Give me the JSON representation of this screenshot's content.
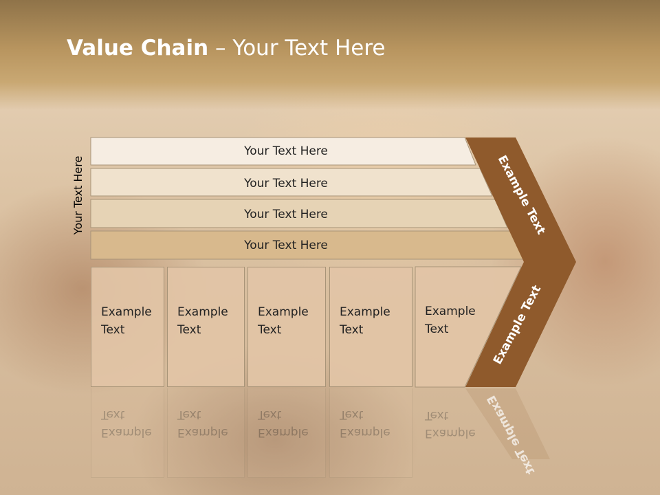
{
  "title": {
    "bold": "Value Chain",
    "rest": " – Your Text Here"
  },
  "side_label": "Your Text Here",
  "bars": [
    "Your Text Here",
    "Your Text Here",
    "Your Text Here",
    "Your Text Here"
  ],
  "boxes": [
    {
      "line1": "Example",
      "line2": "Text"
    },
    {
      "line1": "Example",
      "line2": "Text"
    },
    {
      "line1": "Example",
      "line2": "Text"
    },
    {
      "line1": "Example",
      "line2": "Text"
    },
    {
      "line1": "Example",
      "line2": "Text"
    }
  ],
  "arrow_upper": "Example Text",
  "arrow_lower": "Example Text",
  "colors": {
    "arrow": "#8f5a2c",
    "bar1": "#f6ede2",
    "bar2": "#f0e2cd",
    "bar3": "#e6d3b5",
    "bar4": "#d8b98d",
    "box": "#e2c4a6"
  }
}
